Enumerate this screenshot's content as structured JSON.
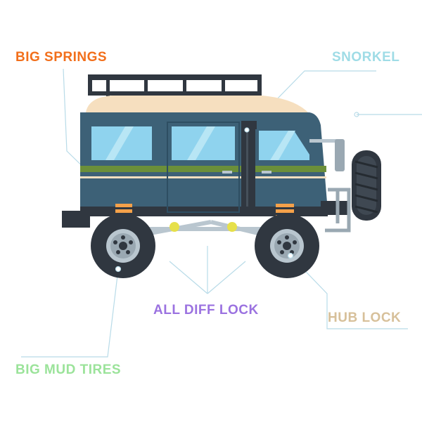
{
  "labels": {
    "big_springs": "BIG SPRINGS",
    "snorkel": "SNORKEL",
    "all_diff_lock": "ALL DIFF LOCK",
    "hub_lock": "HUB LOCK",
    "big_mud_tires": "BIG MUD TIRES"
  },
  "colors": {
    "big_springs": "#f26f1b",
    "snorkel": "#9fdce6",
    "all_diff_lock": "#9b72e0",
    "hub_lock": "#d7c09a",
    "big_mud_tires": "#9be39a",
    "leader_line": "#b8dbe8",
    "body": "#3d6177",
    "roof": "#f6dfbf",
    "stripe_green": "#6b8f3a",
    "window": "#8fd3ee",
    "dark": "#303740",
    "spring": "#f5a14a"
  },
  "icons": [
    "roof-rack-icon",
    "snorkel-icon",
    "spare-tire-icon",
    "wheel-icon",
    "spring-icon"
  ]
}
